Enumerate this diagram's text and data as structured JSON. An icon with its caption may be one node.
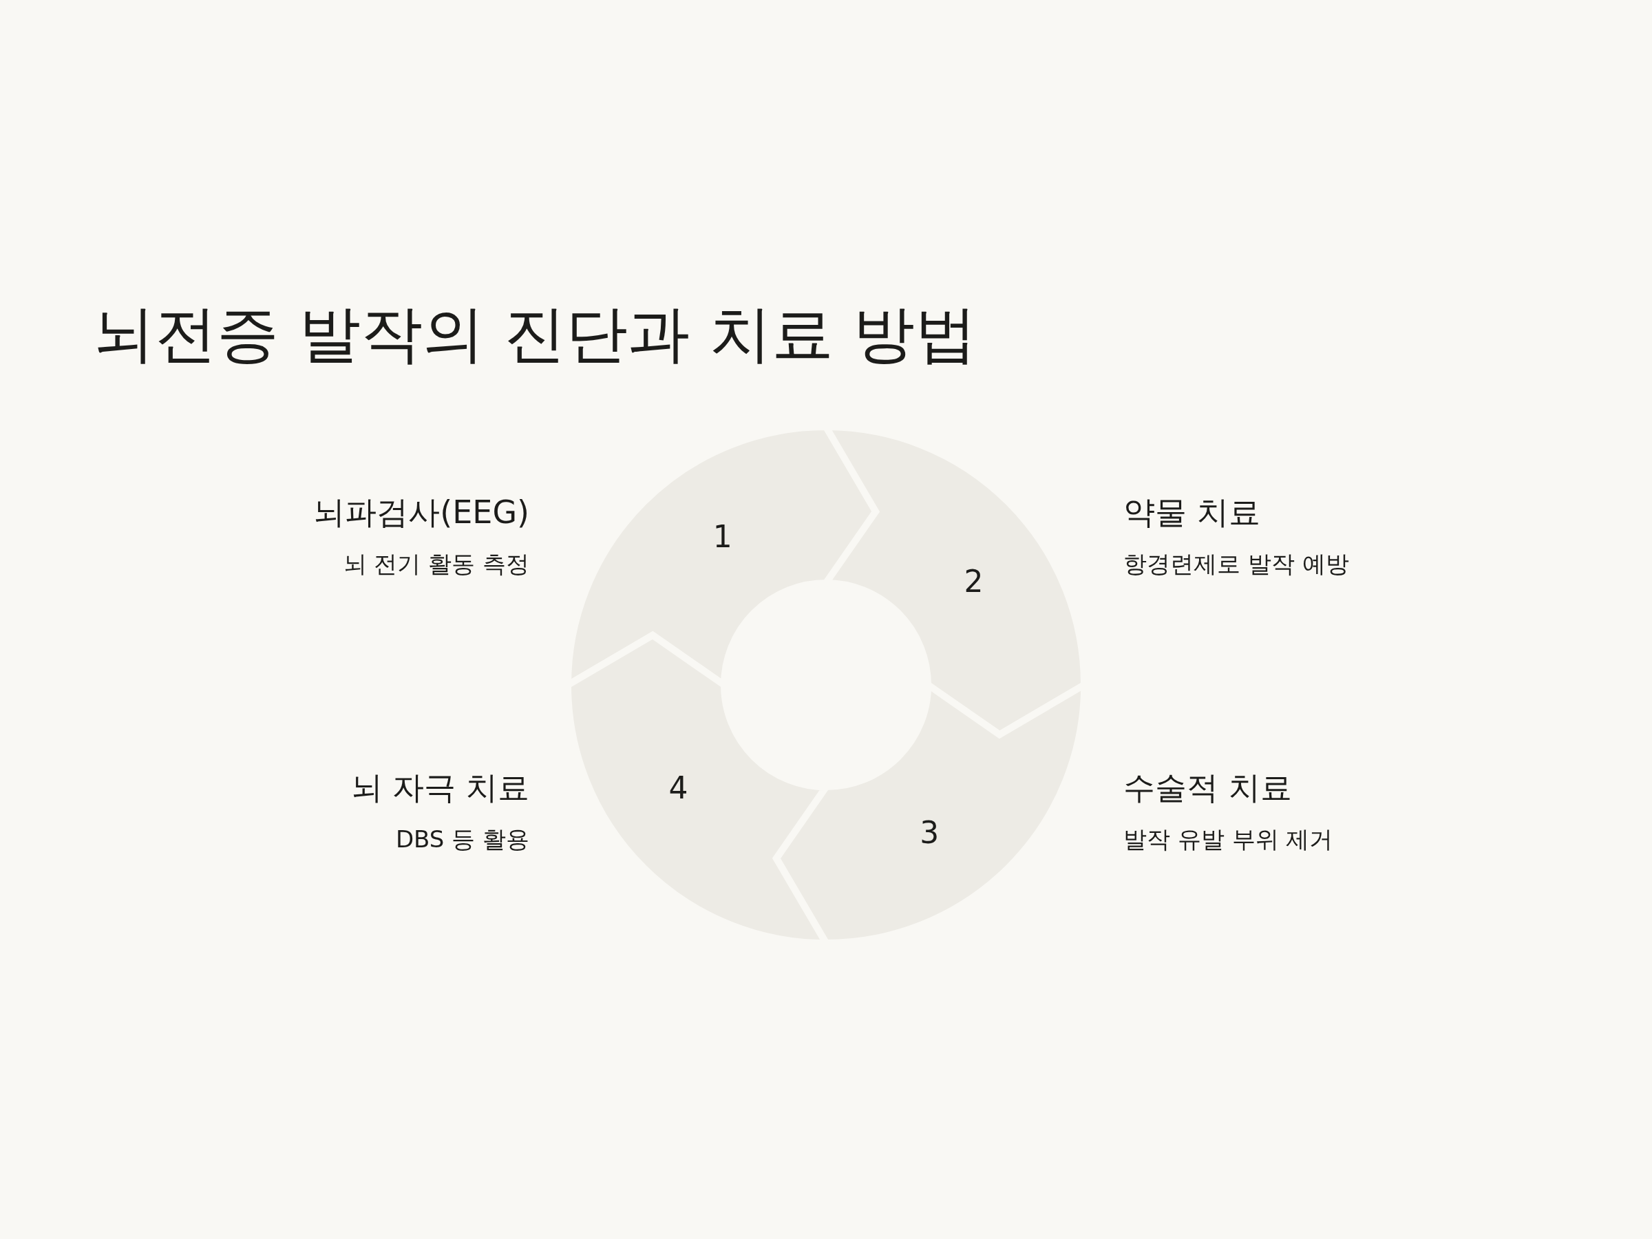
{
  "diagram": {
    "title": "뇌전증 발작의 진단과 치료 방법",
    "nodes": [
      {
        "text": [
          "1"
        ],
        "beside": [
          "뇌파검사(EEG)",
          "뇌 전기 활동 측정"
        ]
      },
      {
        "text": [
          "2"
        ],
        "beside": [
          "약물 치료",
          "항경련제로 발작 예방"
        ]
      },
      {
        "text": [
          "3"
        ],
        "beside": [
          "수술적 치료",
          "발작 유발 부위 제거"
        ]
      },
      {
        "text": [
          "4"
        ],
        "beside": [
          "뇌 자극 치료",
          "DBS 등 활용"
        ]
      }
    ]
  }
}
